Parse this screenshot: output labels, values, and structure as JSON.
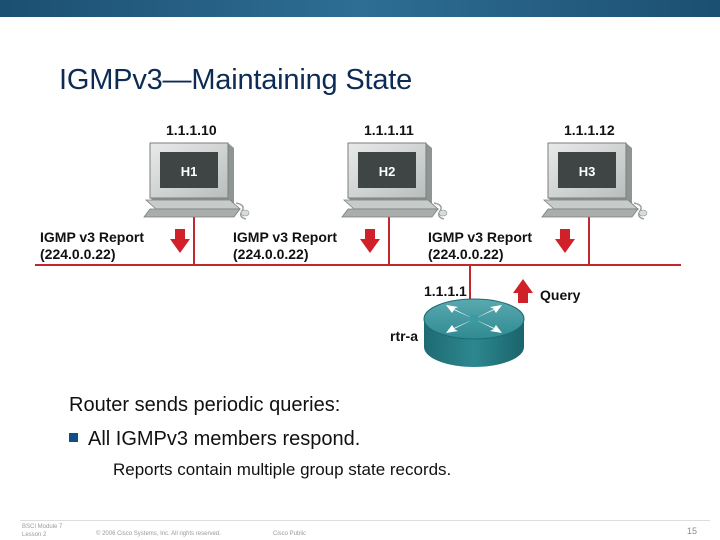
{
  "slide": {
    "title": "IGMPv3—Maintaining State"
  },
  "hosts": [
    {
      "name": "H1",
      "ip": "1.1.1.10",
      "report_line1": "IGMP v3 Report",
      "report_line2": "(224.0.0.22)"
    },
    {
      "name": "H2",
      "ip": "1.1.1.11",
      "report_line1": "IGMP v3 Report",
      "report_line2": "(224.0.0.22)"
    },
    {
      "name": "H3",
      "ip": "1.1.1.12",
      "report_line1": "IGMP v3 Report",
      "report_line2": "(224.0.0.22)"
    }
  ],
  "router": {
    "name": "rtr-a",
    "ip": "1.1.1.1",
    "query_label": "Query"
  },
  "body": {
    "line1": "Router sends periodic queries:",
    "bullet1": "All IGMPv3 members respond.",
    "sub1": "Reports contain multiple group state records."
  },
  "footer": {
    "course_line1": "BSCI Module 7",
    "course_line2": "Lesson 2",
    "copyright": "© 2006 Cisco Systems, Inc. All rights reserved.",
    "classification": "Cisco Public",
    "page_number": "15"
  },
  "colors": {
    "title": "#0d2c55",
    "top_bar": "#1c4f71",
    "lan_line": "#c0282e",
    "report_arrow": "#d0202a",
    "router_teal": "#2e8890",
    "monitor": "#d4d7d6"
  }
}
